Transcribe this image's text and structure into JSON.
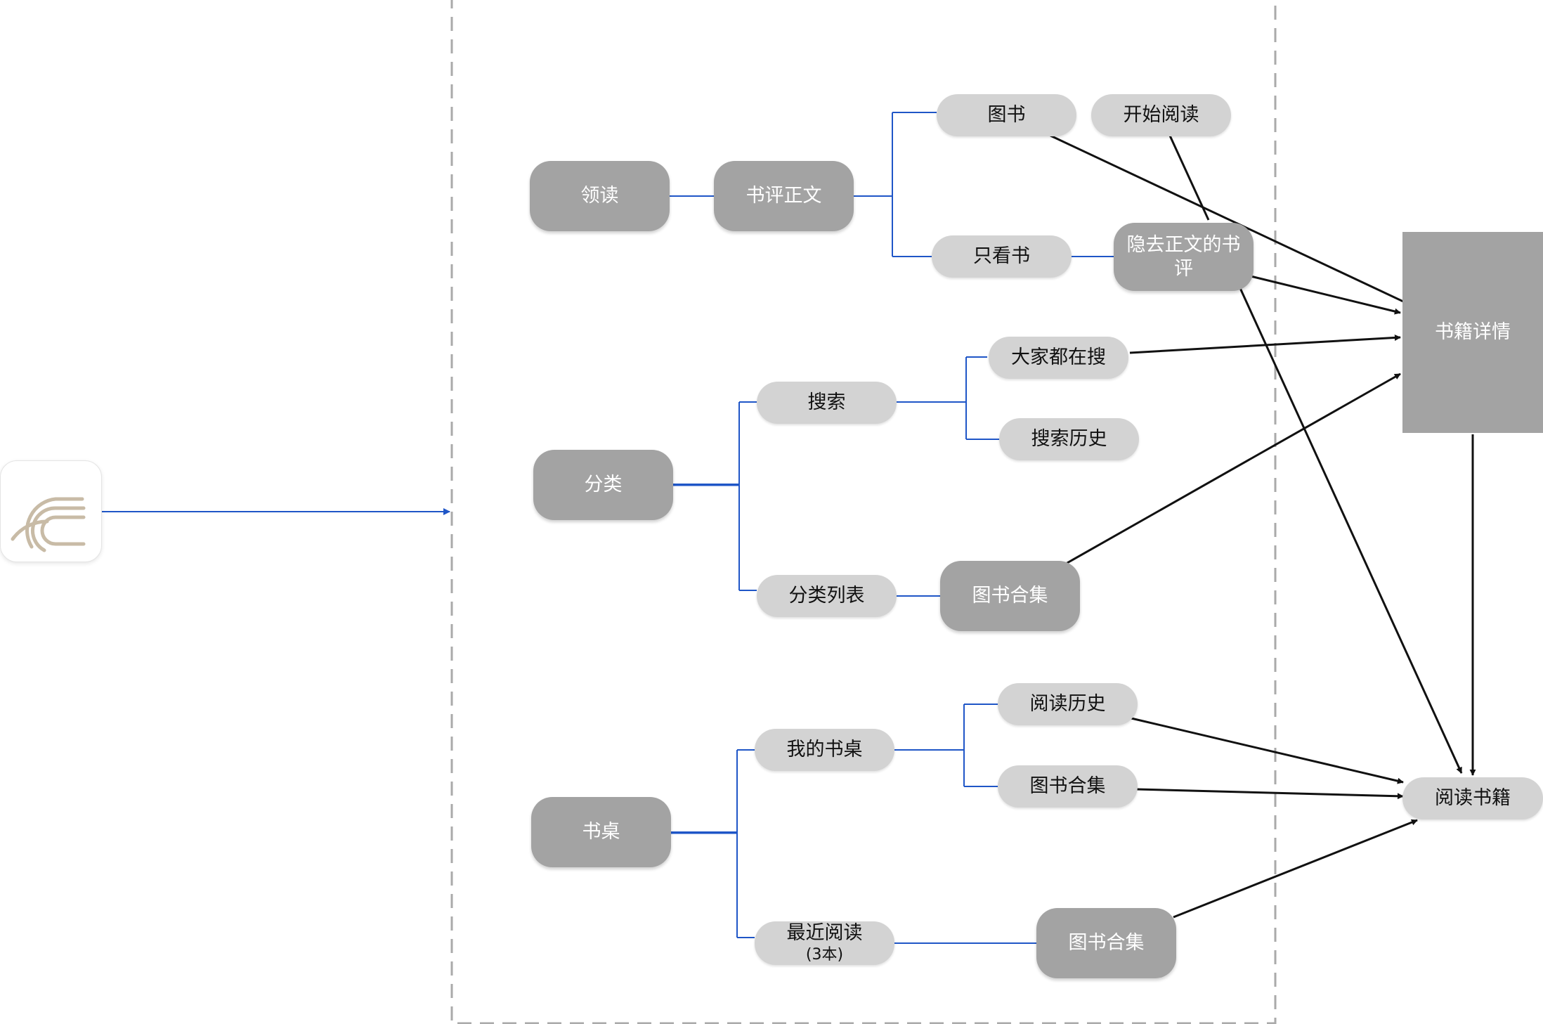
{
  "nodes": {
    "lingdu": "领读",
    "shuping_zhengwen": "书评正文",
    "tushu": "图书",
    "kaishi_yuedu": "开始阅读",
    "zhikan_shu": "只看书",
    "yinqu_line1": "隐去正文的书",
    "yinqu_line2": "评",
    "shuji_xiangqing": "书籍详情",
    "fenlei": "分类",
    "sousuo": "搜索",
    "dajia_dou_zai_sou": "大家都在搜",
    "sousuo_lishi": "搜索历史",
    "fenlei_liebiao": "分类列表",
    "tushu_heji_1": "图书合集",
    "shuzhuo": "书桌",
    "wode_shuzhuo": "我的书桌",
    "yuedu_lishi": "阅读历史",
    "tushu_heji_2": "图书合集",
    "zuijin_yuedu_line1": "最近阅读",
    "zuijin_yuedu_line2": "(3本)",
    "tushu_heji_3": "图书合集",
    "yuedu_shuji": "阅读书籍"
  },
  "colors": {
    "dark_node": "#a3a3a3",
    "light_node": "#d3d3d3",
    "tree_line": "#1f56c7",
    "arrow": "#111111",
    "boundary": "#aaaaaa",
    "logo_stroke": "#c8bba6"
  },
  "icons": {
    "app_icon": "reader-app-logo-icon"
  }
}
